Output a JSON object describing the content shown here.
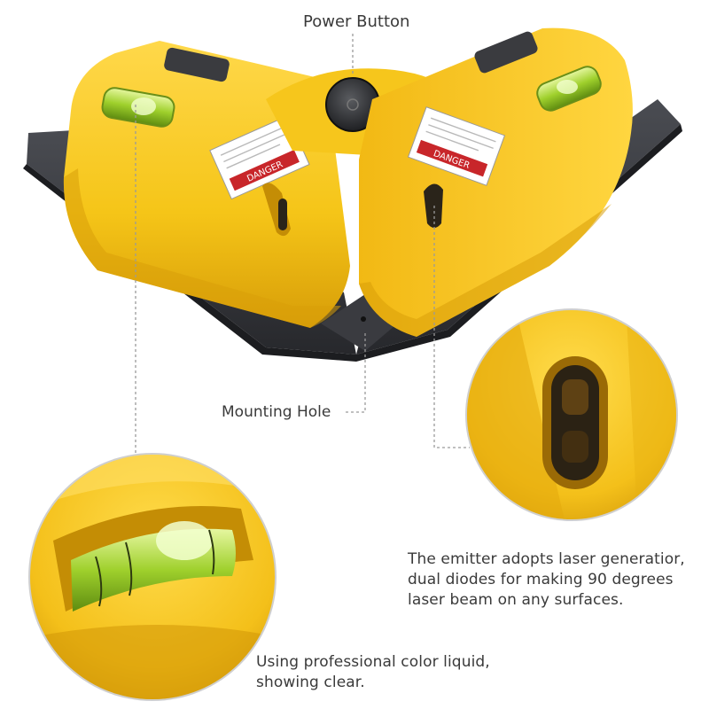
{
  "callouts": {
    "power_button": "Power Button",
    "mounting_hole": "Mounting Hole"
  },
  "captions": {
    "emitter": [
      "The emitter adopts laser generatior,",
      "dual diodes for making 90 degrees",
      "laser beam on any surfaces."
    ],
    "liquid": [
      "Using professional color liquid,",
      "showing clear."
    ]
  },
  "warning_labels": {
    "left": "DANGER",
    "right": "DANGER"
  },
  "colors": {
    "body_yellow": "#f5c518",
    "body_shadow": "#d9a40c",
    "base_grey": "#3d3f44",
    "base_dark": "#2a2b2f",
    "vial_green": "#b8e04a",
    "danger_red": "#c8262a",
    "leader_line": "#9a9a9a"
  },
  "icons": [
    "power-button-icon",
    "mounting-hole-icon",
    "bubble-vial-icon",
    "laser-window-icon"
  ]
}
